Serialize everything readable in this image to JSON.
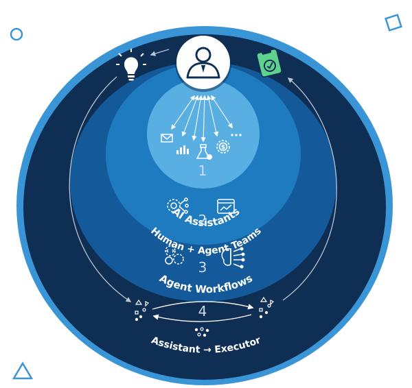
{
  "diagram": {
    "layers": [
      {
        "number": "1",
        "label": "AI Assistants"
      },
      {
        "number": "2",
        "label": "Human + Agent Teams"
      },
      {
        "number": "3",
        "label": "Agent Workflows"
      },
      {
        "number": "4",
        "label": "Assistant → Executor"
      }
    ],
    "colors": {
      "outer_ring": "#3a95d6",
      "layer4": "#0f2e54",
      "layer3": "#14599a",
      "layer2": "#1f7bc0",
      "layer1": "#5aafe2",
      "accent_green": "#5fd38d",
      "white": "#ffffff"
    },
    "icons": [
      "person-icon",
      "lightbulb-icon",
      "clipboard-check-icon",
      "mail-icon",
      "bar-chart-icon",
      "flask-icon",
      "gear-dollar-icon",
      "more-dots-icon",
      "gear-network-icon",
      "dashboard-icon",
      "code-gears-icon",
      "brain-network-icon",
      "particles-icon"
    ]
  }
}
